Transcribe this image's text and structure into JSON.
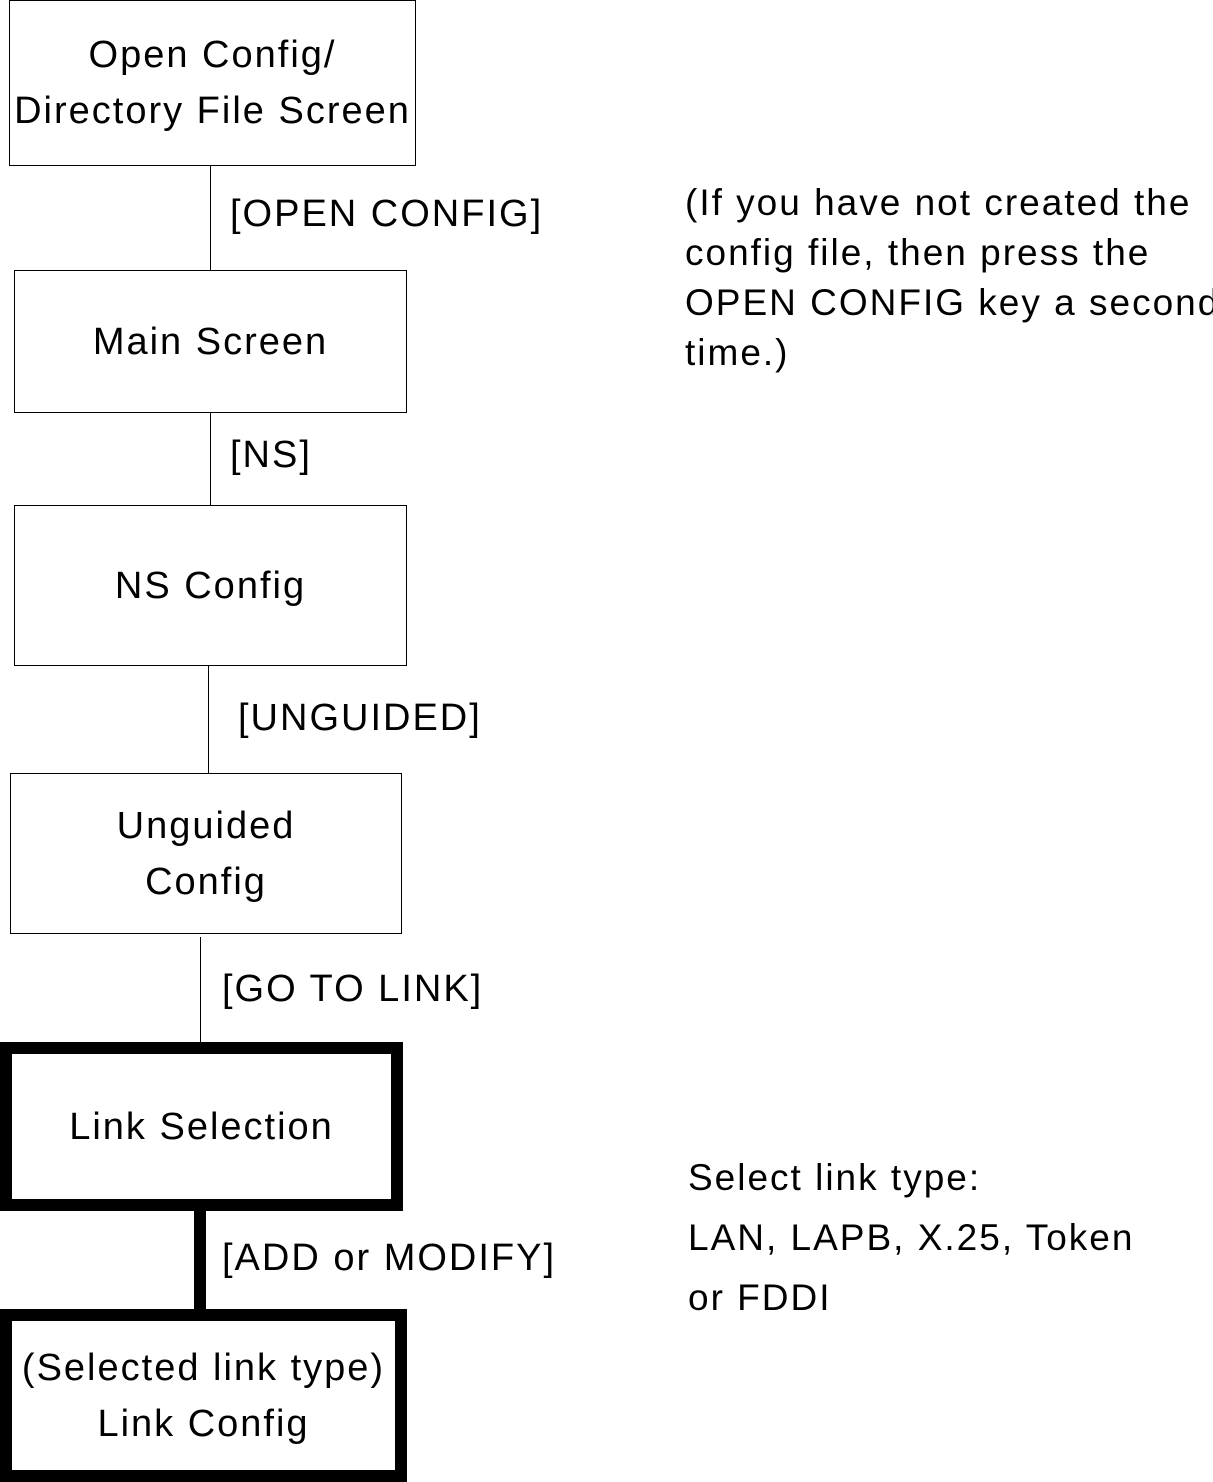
{
  "nodes": {
    "open_config": {
      "line1": "Open Config/",
      "line2": "Directory File Screen"
    },
    "main_screen": {
      "label": "Main Screen"
    },
    "ns_config": {
      "label": "NS Config"
    },
    "unguided_config": {
      "line1": "Unguided",
      "line2": "Config"
    },
    "link_selection": {
      "label": "Link Selection"
    },
    "link_config": {
      "line1": "(Selected link type)",
      "line2": "Link Config"
    }
  },
  "edges": {
    "open_config_key": "[OPEN CONFIG]",
    "ns_key": "[NS]",
    "unguided_key": "[UNGUIDED]",
    "go_to_link_key": "[GO TO LINK]",
    "add_modify_key": "[ADD or MODIFY]"
  },
  "notes": {
    "open_config_note": {
      "line1": "(If you have not created the",
      "line2": "config file, then press the",
      "line3": "OPEN CONFIG key a second",
      "line4": "time.)"
    },
    "link_type_note": {
      "line1": "Select link type:",
      "line2": "LAN, LAPB, X.25, Token",
      "line3": "or FDDI"
    }
  }
}
